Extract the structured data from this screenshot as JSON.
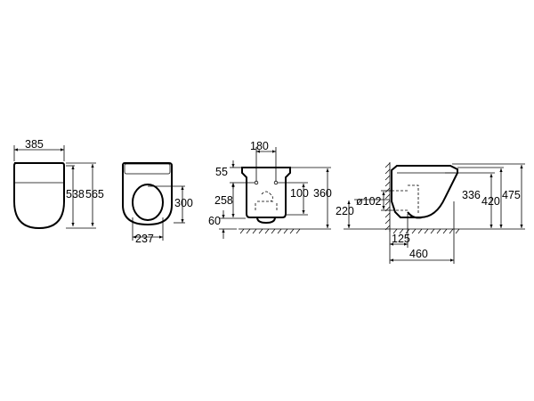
{
  "drawing": {
    "views": [
      {
        "name": "top-view",
        "dims": {
          "width": "385",
          "depth_inner": "538",
          "depth_outer": "565"
        }
      },
      {
        "name": "seat-view",
        "dims": {
          "seat_depth": "300",
          "seat_width": "237"
        }
      },
      {
        "name": "front-view",
        "dims": {
          "top_width": "180",
          "top_offset": "55",
          "height_258": "258",
          "height_100": "100",
          "height_360": "360",
          "bottom_60": "60"
        }
      },
      {
        "name": "side-view",
        "dims": {
          "height_220": "220",
          "pipe_dia": "ø102",
          "height_336": "336",
          "height_420": "420",
          "height_475": "475",
          "depth_125": "125",
          "depth_460": "460"
        }
      }
    ]
  }
}
